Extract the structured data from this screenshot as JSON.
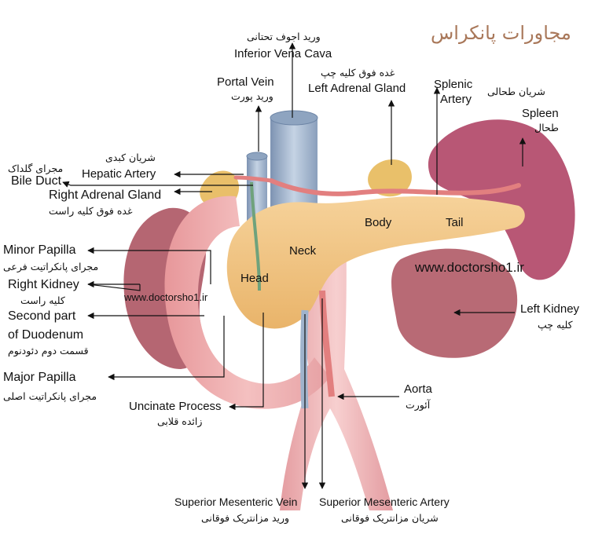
{
  "title": "مجاورات پانکراس",
  "watermark_main": "www.doctorsho1.ir",
  "watermark_small": "www.doctorsho1.ir",
  "regions": {
    "head": "Head",
    "neck": "Neck",
    "body": "Body",
    "tail": "Tail"
  },
  "labels": {
    "ivc_fa": "ورید اجوف تحتانی",
    "ivc_en": "Inferior Vena Cava",
    "portal_en": "Portal Vein",
    "portal_fa": "ورید پورت",
    "ladrenal_fa": "غده فوق کلیه چپ",
    "ladrenal_en": "Left Adrenal Gland",
    "splenic_en_1": "Splenic",
    "splenic_en_2": "Artery",
    "splenic_fa": "شریان طحالی",
    "spleen_en": "Spleen",
    "spleen_fa": "طحال",
    "hepatic_fa": "شریان کبدی",
    "hepatic_en": "Hepatic Artery",
    "bile_fa": "مجرای گلداک",
    "bile_en": "Bile Duct",
    "radrenal_en": "Right Adrenal Gland",
    "radrenal_fa": "غده فوق کلیه راست",
    "minor_en": "Minor Papilla",
    "minor_fa": "مجرای پانکراتیت فرعی",
    "rkidney_en": "Right Kidney",
    "rkidney_fa": "کلیه راست",
    "second_en_1": "Second part",
    "second_en_2": "of Duodenum",
    "second_fa": "قسمت دوم دئودنوم",
    "major_en": "Major Papilla",
    "major_fa": "مجرای پانکراتیت اصلی",
    "uncinate_en": "Uncinate Process",
    "uncinate_fa": "زائده قلابی",
    "aorta_en": "Aorta",
    "aorta_fa": "آئورت",
    "lkidney_en": "Left Kidney",
    "lkidney_fa": "کلیه چپ",
    "smv_en": "Superior Mesenteric Vein",
    "smv_fa": "ورید مزانتریک فوقانی",
    "sma_en": "Superior Mesenteric Artery",
    "sma_fa": "شریان مزانتریک فوقانی"
  },
  "colors": {
    "title": "#a9785a",
    "pancreas": "#f2c27e",
    "duodenum": "#eca6a6",
    "kidney": "#b76a74",
    "spleen": "#b95a76",
    "vessel_blue": "#9fb3cc",
    "artery": "#e27f7f",
    "adrenal": "#e9c06a",
    "aorta": "#eeb0b0"
  }
}
